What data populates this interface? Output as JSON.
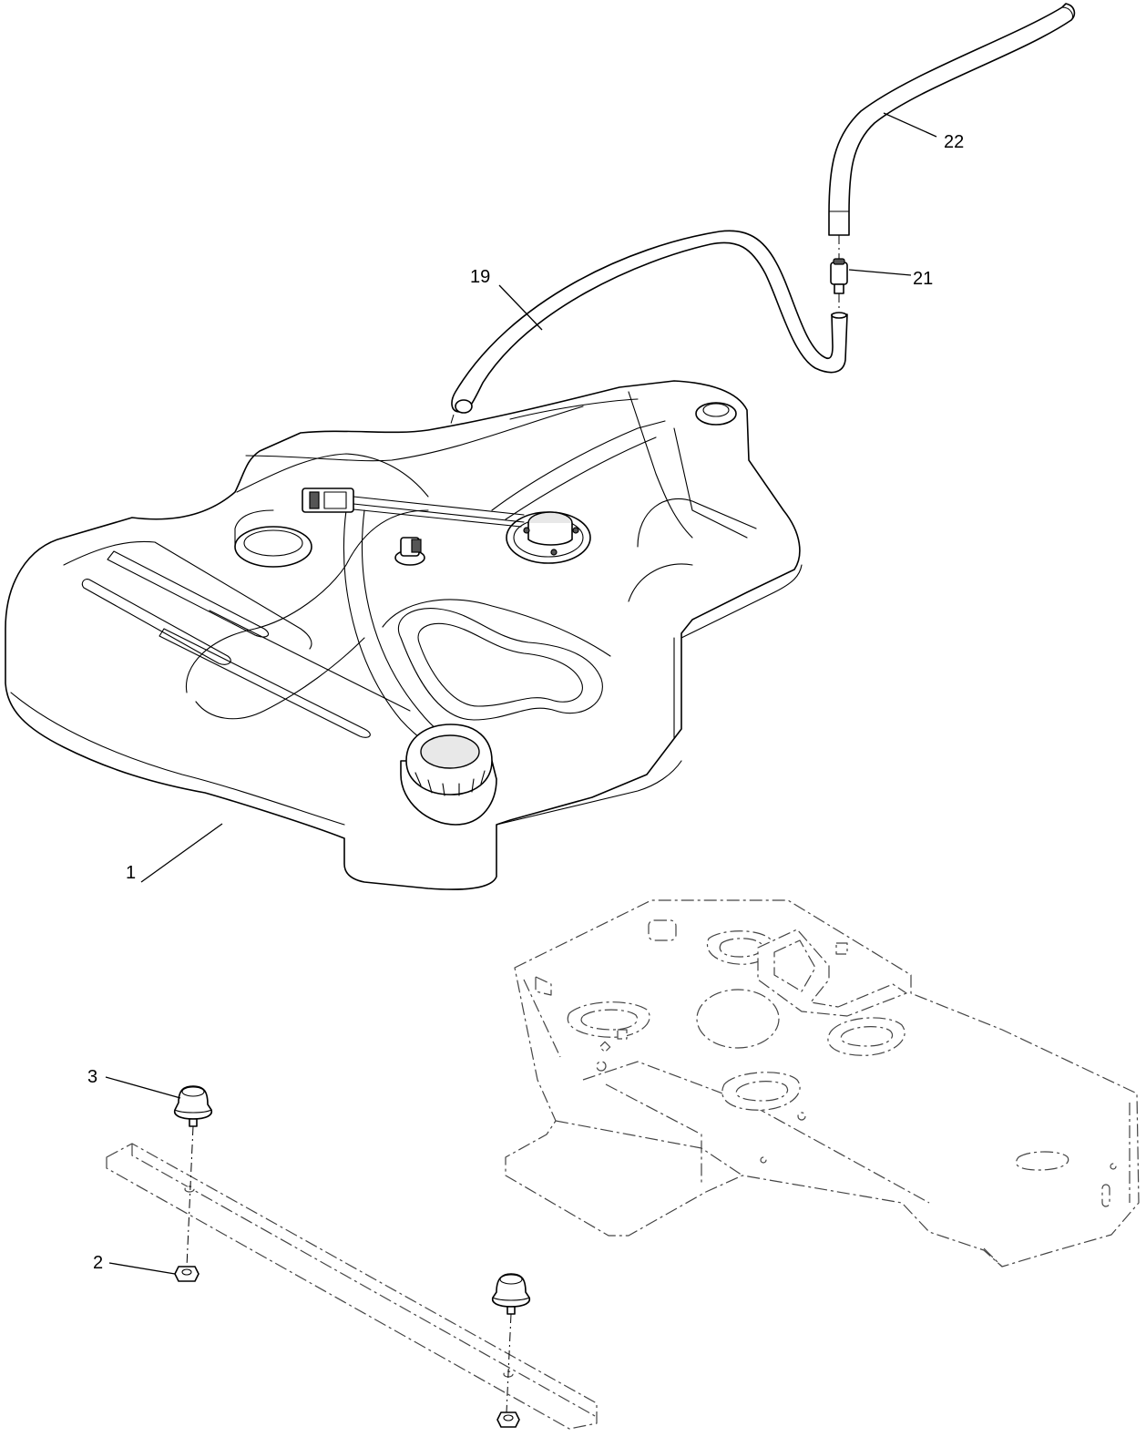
{
  "diagram": {
    "type": "exploded-parts-view",
    "callouts": [
      {
        "id": "1",
        "label": "1",
        "part": "fuel-tank"
      },
      {
        "id": "2",
        "label": "2",
        "part": "flange-nut"
      },
      {
        "id": "3",
        "label": "3",
        "part": "rubber-isolator-mount"
      },
      {
        "id": "19",
        "label": "19",
        "part": "vent-hose"
      },
      {
        "id": "21",
        "label": "21",
        "part": "hose-connector"
      },
      {
        "id": "22",
        "label": "22",
        "part": "breather-hose"
      }
    ]
  }
}
